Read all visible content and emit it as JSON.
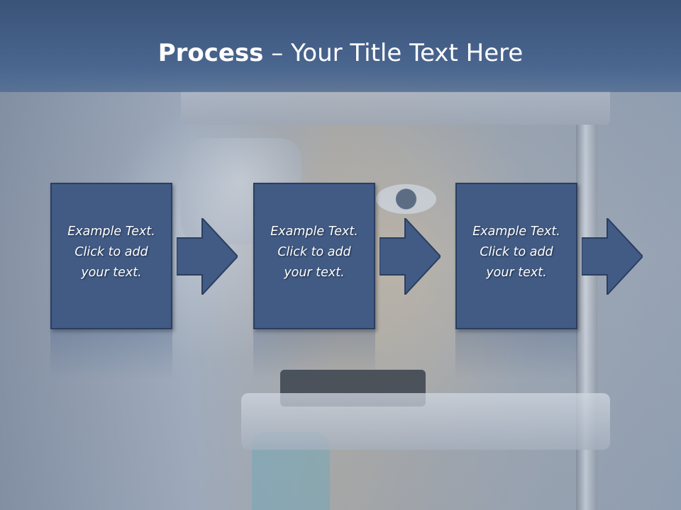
{
  "slide": {
    "title_bold": "Process",
    "title_rest": " – Your Title Text Here"
  },
  "steps": [
    {
      "text": "Example Text.\nClick  to add\nyour text."
    },
    {
      "text": "Example Text.\nClick  to add\nyour text."
    },
    {
      "text": "Example Text.\nClick  to add\nyour text."
    }
  ],
  "colors": {
    "header": "#3a5278",
    "box_fill": "#415b85",
    "box_border": "#2b3e60",
    "text": "#ffffff"
  }
}
